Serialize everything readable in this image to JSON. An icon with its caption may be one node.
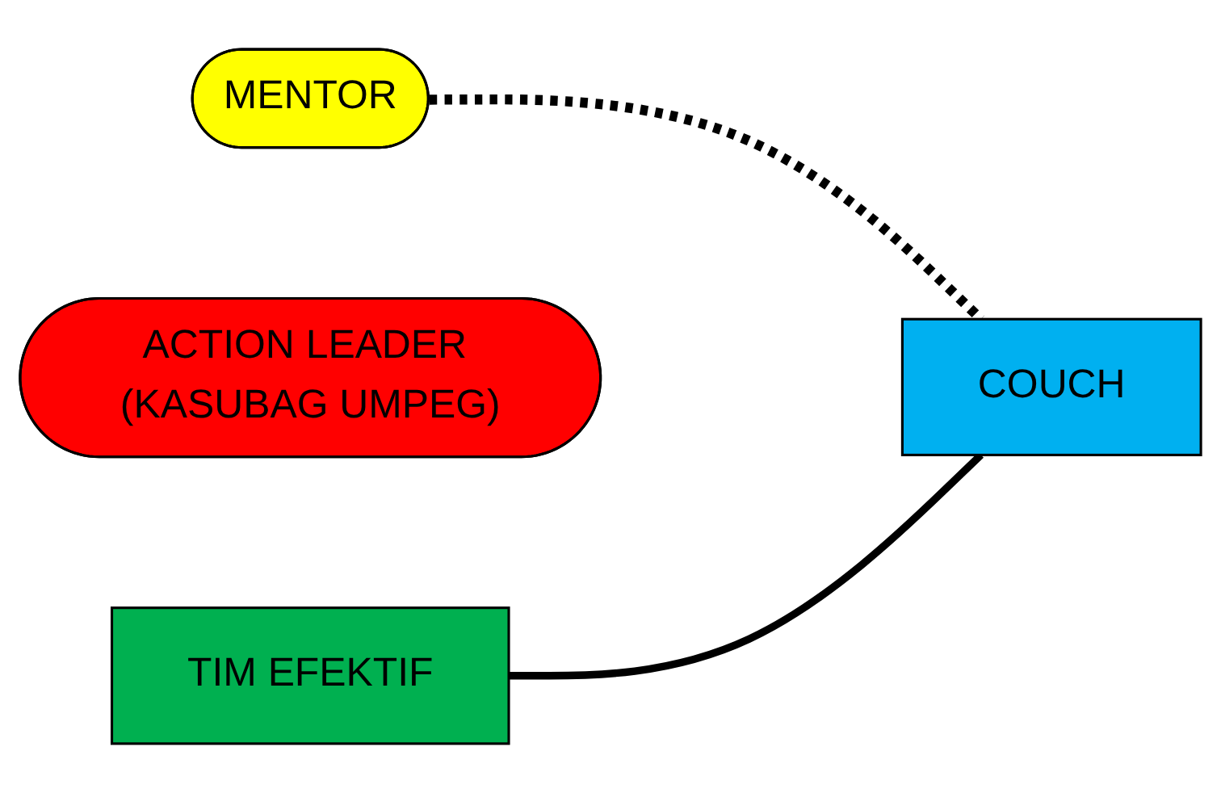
{
  "diagram": {
    "nodes": [
      {
        "text": [
          "MENTOR"
        ]
      },
      {
        "text": [
          "ACTION LEADER (KASUBAG UMPEG)"
        ]
      },
      {
        "text": [
          "COUCH"
        ]
      },
      {
        "text": [
          "TIM EFEKTIF"
        ]
      }
    ],
    "edges": [
      {
        "from": 0,
        "to": 2,
        "arrow": "none",
        "style": "dashed"
      },
      {
        "from": 3,
        "to": 2,
        "arrow": "none"
      }
    ]
  }
}
